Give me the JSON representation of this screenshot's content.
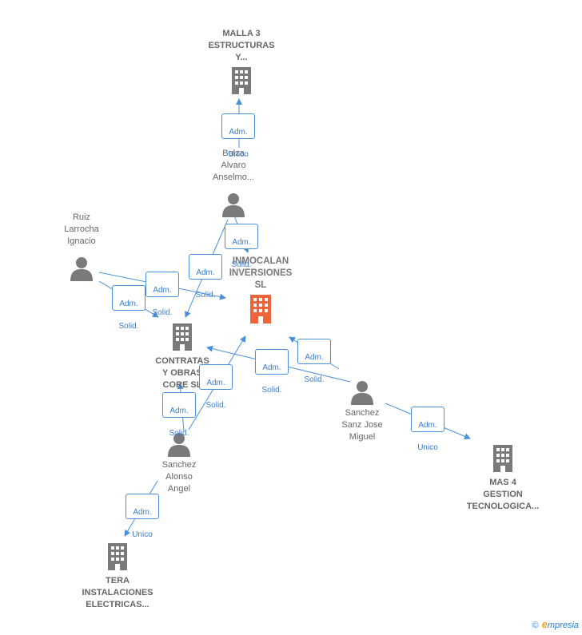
{
  "nodes": {
    "malla": {
      "label": "MALLA 3\nESTRUCTURAS\nY...",
      "type": "company"
    },
    "balza": {
      "label": "Balza\nAlvaro\nAnselmo...",
      "type": "person"
    },
    "ruiz": {
      "label": "Ruiz\nLarrocha\nIgnacio",
      "type": "person"
    },
    "inmocalan": {
      "label": "INMOCALAN\nINVERSIONES\nSL",
      "type": "focus"
    },
    "contratas": {
      "label": "CONTRATAS\nY OBRAS\nCORE  SL",
      "type": "company"
    },
    "sanchez_sanz": {
      "label": "Sanchez\nSanz Jose\nMiguel",
      "type": "person"
    },
    "sanchez_alonso": {
      "label": "Sanchez\nAlonso\nAngel",
      "type": "person"
    },
    "mas4": {
      "label": "MAS 4\nGESTION\nTECNOLOGICA...",
      "type": "company"
    },
    "tera": {
      "label": "TERA\nINSTALACIONES\nELECTRICAS...",
      "type": "company"
    }
  },
  "badges": [
    {
      "line1": "Adm.",
      "line2": "Unico"
    },
    {
      "line1": "Adm.",
      "line2": "Solid."
    },
    {
      "line1": "Adm.",
      "line2": "Solid."
    },
    {
      "line1": "Adm.",
      "line2": "Solid."
    },
    {
      "line1": "Adm.",
      "line2": "Solid."
    },
    {
      "line1": "Adm.",
      "line2": "Solid."
    },
    {
      "line1": "Adm.",
      "line2": "Solid."
    },
    {
      "line1": "Adm.",
      "line2": "Solid."
    },
    {
      "line1": "Adm.",
      "line2": "Solid."
    },
    {
      "line1": "Adm.",
      "line2": "Unico"
    },
    {
      "line1": "Adm.",
      "line2": "Unico"
    }
  ],
  "footer": {
    "copyright": "©",
    "brand_initial": "e",
    "brand_rest": "mpresia"
  },
  "colors": {
    "edge": "#4a90d9",
    "person": "#7a7a7a",
    "company": "#7a7a7a",
    "focus": "#f0643c"
  }
}
